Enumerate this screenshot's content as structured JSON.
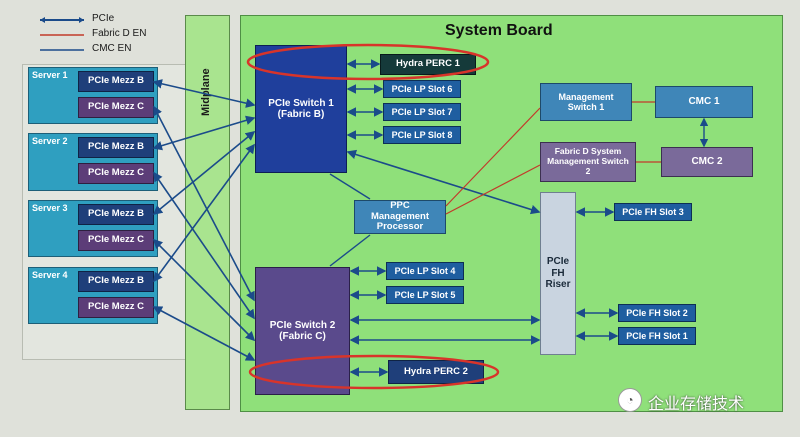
{
  "legend": {
    "pcie": {
      "label": "PCIe",
      "color": "#1b4b8a"
    },
    "fabric_d": {
      "label": "Fabric D EN",
      "color": "#c23a2a"
    },
    "cmc": {
      "label": "CMC EN",
      "color": "#1b4b8a"
    }
  },
  "midplane_label": "Midplane",
  "system_board_title": "System Board",
  "servers": [
    {
      "label": "Server 1",
      "mezz_b": "PCIe Mezz B",
      "mezz_c": "PCIe Mezz C"
    },
    {
      "label": "Server 2",
      "mezz_b": "PCIe Mezz B",
      "mezz_c": "PCIe Mezz C"
    },
    {
      "label": "Server 3",
      "mezz_b": "PCIe Mezz B",
      "mezz_c": "PCIe Mezz C"
    },
    {
      "label": "Server 4",
      "mezz_b": "PCIe Mezz B",
      "mezz_c": "PCIe Mezz C"
    }
  ],
  "switch1": "PCIe Switch 1 (Fabric B)",
  "switch2": "PCIe Switch 2 (Fabric C)",
  "perc1": "Hydra PERC 1",
  "perc2": "Hydra PERC 2",
  "lp_slots": [
    "PCIe LP Slot 6",
    "PCIe LP Slot 7",
    "PCIe LP Slot 8",
    "PCIe LP Slot 4",
    "PCIe LP Slot 5"
  ],
  "ppc": "PPC Management Processor",
  "mgmt_switch1": "Management Switch 1",
  "mgmt_switch2": "Fabric D System Management Switch 2",
  "cmc1": "CMC 1",
  "cmc2": "CMC 2",
  "riser": "PCIe FH Riser",
  "fh_slots": [
    "PCIe FH Slot 3",
    "PCIe FH Slot 2",
    "PCIe FH Slot 1"
  ],
  "watermark": "企业存储技术",
  "colors": {
    "board_green": "#8fe07a",
    "midplane_green": "#a9e48f",
    "server_blue": "#2f9fc0",
    "mezz_b_blue": "#1f3f7a",
    "mezz_c_purple": "#5c3d78",
    "switch1_blue": "#1f3f9c",
    "switch2_purple": "#5a4a8c",
    "perc_dark": "#153a3a",
    "slot_blue": "#1f5ea0",
    "mgmt_blue": "#3f86b8",
    "cmc_purple": "#7a6a9a",
    "riser_gray": "#c9d4e0",
    "highlight_red": "#d8342a"
  }
}
